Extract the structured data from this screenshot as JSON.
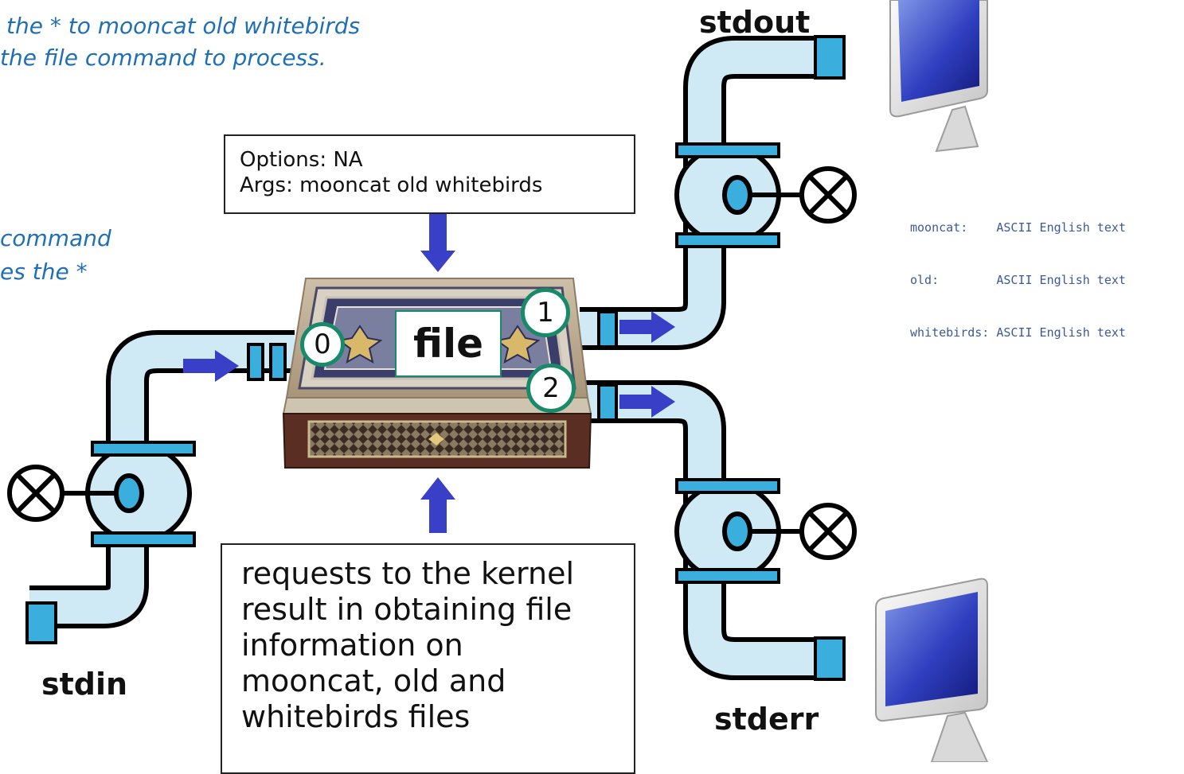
{
  "caption": {
    "line1": "the * to mooncat old whitebirds",
    "line2": "the file command to process.",
    "line3": "command",
    "line4": "es the *"
  },
  "streams": {
    "stdout": "stdout",
    "stderr": "stderr",
    "stdin": "stdin"
  },
  "command_box": {
    "options": "Options: NA",
    "args": "Args: mooncat old whitebirds"
  },
  "process": {
    "name": "file",
    "fd0": "0",
    "fd1": "1",
    "fd2": "2"
  },
  "kernel_note": {
    "lines": [
      "requests to the kernel",
      "result in obtaining file",
      "information on",
      "mooncat, old and",
      "whitebirds files"
    ]
  },
  "terminal_output": {
    "lines": [
      "mooncat:    ASCII English text",
      "old:        ASCII English text",
      "whitebirds: ASCII English text"
    ]
  },
  "colors": {
    "pipe_fill": "#cfeaf5",
    "pipe_band": "#3aaedc",
    "arrow": "#3a3fc8",
    "caption_text": "#1f6fb7",
    "fd_circle_border": "#178a6a"
  }
}
